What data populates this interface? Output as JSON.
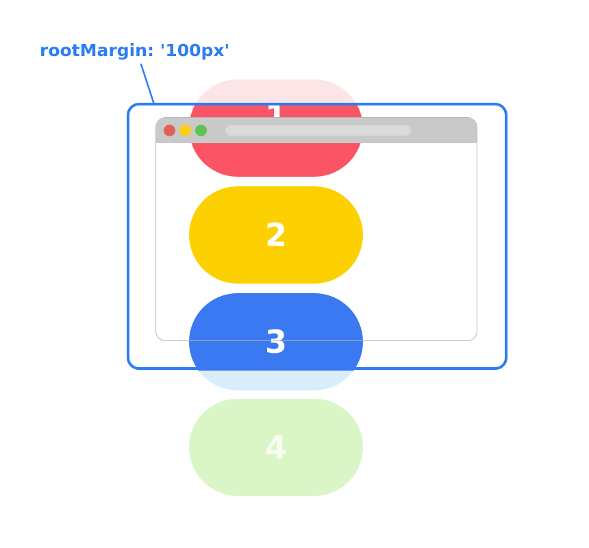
{
  "annotation": {
    "label": "rootMargin: '100px'"
  },
  "boundary": {
    "name": "root-margin-boundary"
  },
  "pills": [
    {
      "label": "1",
      "color": "red",
      "position": "partially above top boundary, faded portion outside"
    },
    {
      "label": "2",
      "color": "yellow",
      "position": "fully inside boundary"
    },
    {
      "label": "3",
      "color": "blue",
      "position": "partially below bottom boundary, faded portion outside"
    },
    {
      "label": "4",
      "color": "green",
      "position": "fully outside boundary, faded"
    }
  ],
  "browser": {
    "titlebar_icons": [
      "close-icon",
      "minimize-icon",
      "maximize-icon"
    ]
  },
  "colors": {
    "accent": "#2E7EF2",
    "pill_red": "#FB5565",
    "pill_yellow": "#FDD101",
    "pill_blue": "#3A79F2",
    "ghost_red": "#FCE5E7",
    "ghost_blue": "#D9EDFC",
    "ghost_green": "#DAF6C7",
    "header_gray": "#C9C9C9",
    "address_gray": "#DADADA",
    "window_border": "#B6B6B6",
    "dot_red": "#DF6158",
    "dot_yellow": "#FCCE12",
    "dot_green": "#5EC353",
    "number_white": "#FFFFFF",
    "number_ghost_white": "rgba(255,255,255,0.78)"
  }
}
